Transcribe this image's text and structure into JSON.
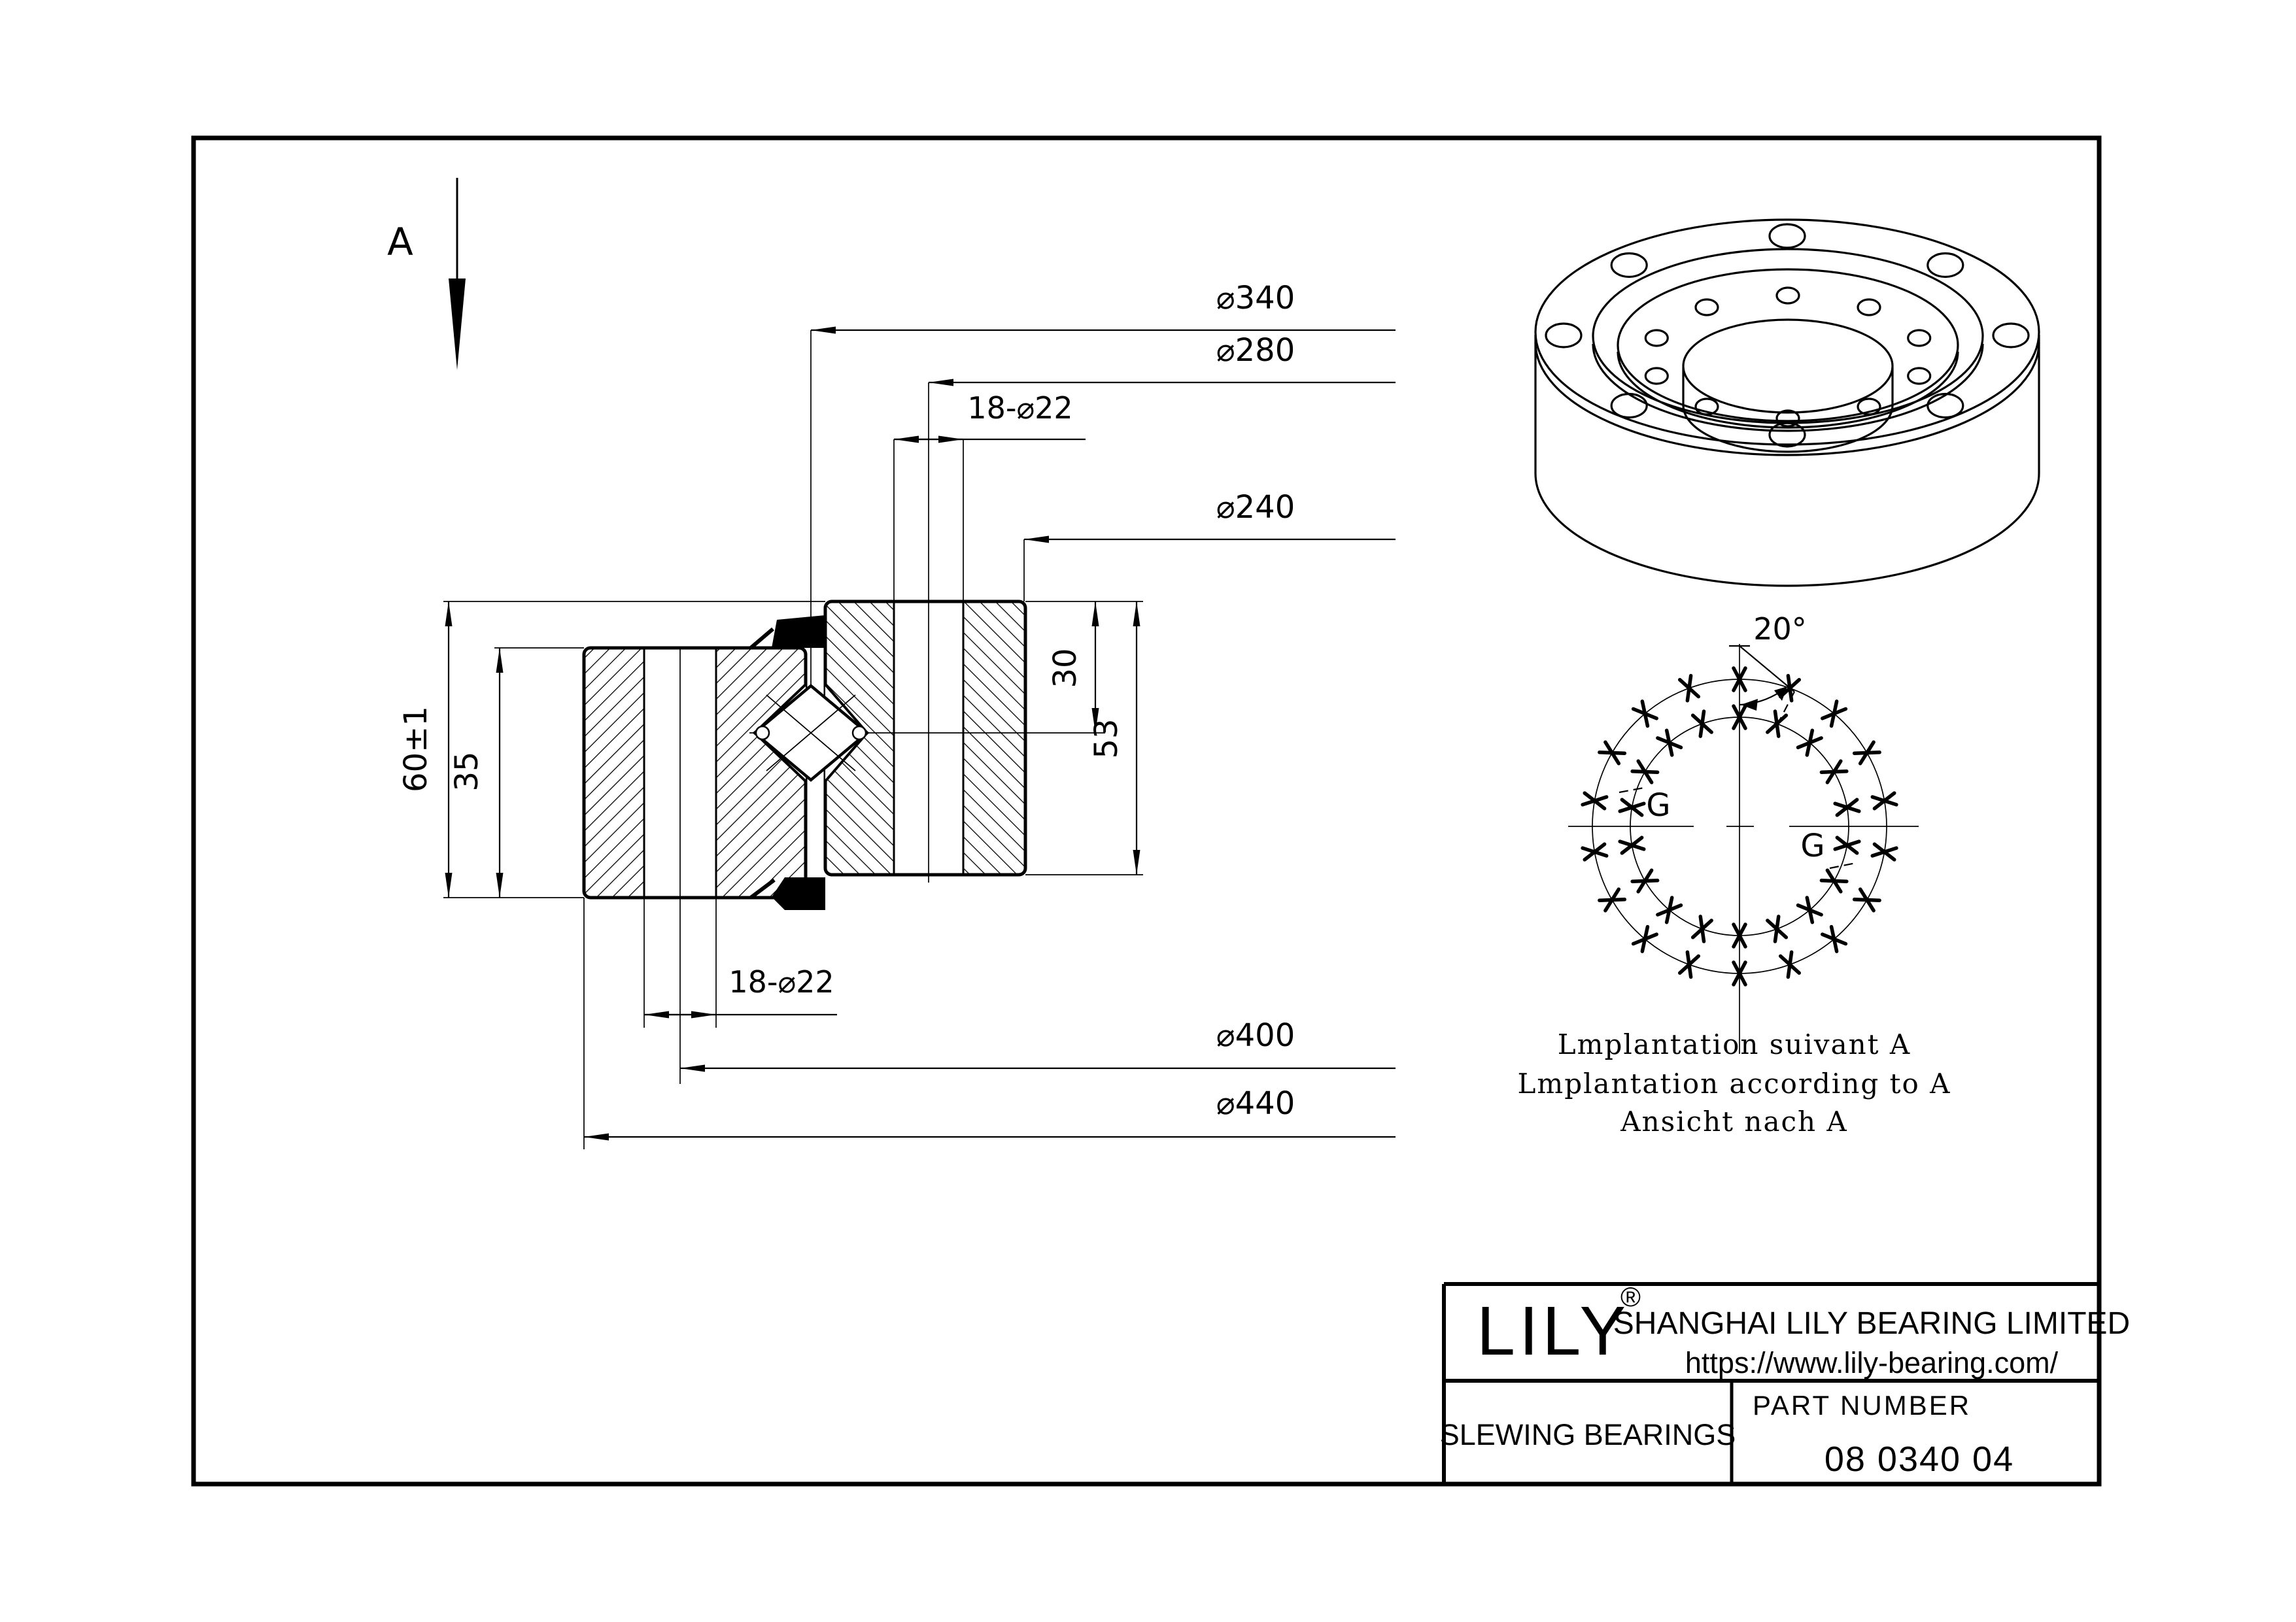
{
  "sheet": {
    "paper": "#ffffff",
    "ink": "#000000"
  },
  "section_view": {
    "view_arrow_label": "A",
    "dim_labels": {
      "outer_race_dia": "⌀340",
      "inner_bolt_circle": "⌀280",
      "bolt_holes_top": "18-⌀22",
      "bore_dia": "⌀240",
      "total_height": "60±1",
      "inner_height": "35",
      "upper_height": "30",
      "outer_ring_height": "53",
      "bolt_holes_bottom": "18-⌀22",
      "outer_bolt_circle": "⌀400",
      "outer_dia": "⌀440"
    }
  },
  "bolt_view": {
    "angle_label": "20°",
    "grease_label_left": "G",
    "grease_label_right": "G",
    "hole_count_per_circle": 18,
    "angle_step_deg": 20,
    "caption_lines": [
      "Lmplantation suivant A",
      "Lmplantation according to A",
      "Ansicht nach A"
    ]
  },
  "iso_view": {
    "outer_hole_count": 8,
    "inner_hole_count": 10
  },
  "title_block": {
    "logo_text": "LILY",
    "registered_mark": "®",
    "company_name": "SHANGHAI LILY BEARING LIMITED",
    "website": "https://www.lily-bearing.com/",
    "product_category": "SLEWING BEARINGS",
    "part_number_label": "PART NUMBER",
    "part_number": "08 0340 04"
  }
}
